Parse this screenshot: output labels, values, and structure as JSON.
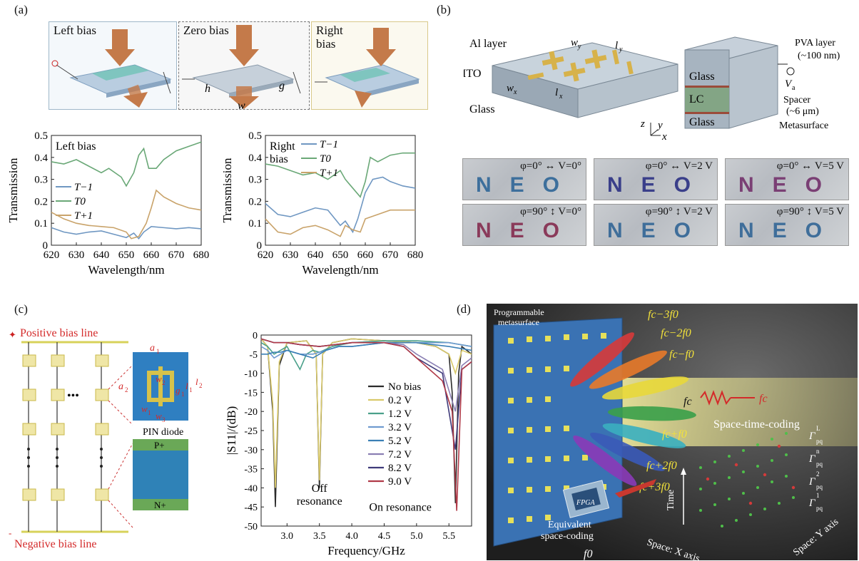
{
  "panel_labels": {
    "a": "(a)",
    "b": "(b)",
    "c": "(c)",
    "d": "(d)"
  },
  "panel_a": {
    "schematic_titles": [
      "Left bias",
      "Zero bias",
      "Right bias"
    ],
    "schematic_marks": {
      "h": "h",
      "w": "w",
      "g": "g"
    }
  },
  "panel_b": {
    "labels": {
      "al_layer": "Al layer",
      "ito": "ITO",
      "glass": "Glass",
      "wy": "w",
      "ly": "l",
      "wx": "w",
      "lx": "l",
      "pva": "PVA layer",
      "pva_thickness": "(~100 nm)",
      "glass_top": "Glass",
      "lc": "LC",
      "va": "V",
      "spacer": "Spacer",
      "spacer_thickness": "(~6 μm)",
      "glass_bottom": "Glass",
      "metasurface": "Metasurface",
      "axis_z": "z",
      "axis_y": "y",
      "axis_x": "x"
    },
    "photos": [
      {
        "caption": "φ=0° ↔ V=0°",
        "letters": "NEO",
        "color": "#3d6f9c"
      },
      {
        "caption": "φ=0° ↔ V=2 V",
        "letters": "NEO",
        "color": "#3a3f8a"
      },
      {
        "caption": "φ=0° ↔ V=5 V",
        "letters": "NEO",
        "color": "#7a3f74"
      },
      {
        "caption": "φ=90° ↕ V=0°",
        "letters": "NEO",
        "color": "#8a3a5a"
      },
      {
        "caption": "φ=90° ↕ V=2 V",
        "letters": "NEO",
        "color": "#3f6e9a"
      },
      {
        "caption": "φ=90° ↕ V=5 V",
        "letters": "NEO",
        "color": "#3f6e9a"
      }
    ]
  },
  "panel_c": {
    "labels": {
      "positive_bias": "Positive bias line",
      "negative_bias": "Negative bias line",
      "pin_diode": "PIN diode",
      "p_plus": "P+",
      "n_plus": "N+",
      "a1": "a",
      "a2": "a",
      "w1": "w",
      "w2": "w",
      "w3": "w",
      "g1": "g",
      "l1": "l",
      "l2": "l",
      "dots": "•••"
    }
  },
  "panel_d": {
    "labels": {
      "programmable": "Programmable",
      "metasurface": "metasurface",
      "fc_minus_3f0": "fc−3f0",
      "fc_minus_2f0": "fc−2f0",
      "fc_minus_f0": "fc−f0",
      "fc": "fc",
      "fc_plus_f0": "fc+f0",
      "fc_plus_2f0": "fc+2f0",
      "fc_plus_3f0": "fc+3f0",
      "fc_incident": "fc",
      "space_time_coding": "Space-time-coding",
      "gamma_L": "Γ",
      "gamma_n": "Γ",
      "gamma_2": "Γ",
      "gamma_1": "Γ",
      "time": "Time",
      "space_x": "Space: X axis",
      "space_y": "Space: Y axis",
      "equivalent": "Equivalent",
      "space_coding": "space-coding",
      "f0": "f0",
      "fpga": "FPGA"
    },
    "colors": {
      "background": "#2e2e2e",
      "text_yellow": "#f3e23a",
      "red": "#d42a2a"
    }
  },
  "chart_data": [
    {
      "type": "line",
      "title": "Left bias",
      "xlabel": "Wavelength/nm",
      "ylabel": "Transmission",
      "xlim": [
        620,
        680
      ],
      "ylim": [
        0,
        0.5
      ],
      "xticks": [
        620,
        630,
        640,
        650,
        660,
        670,
        680
      ],
      "yticks": [
        0,
        0.1,
        0.2,
        0.3,
        0.4,
        0.5
      ],
      "legend": [
        "T−1",
        "T0",
        "T+1"
      ],
      "series": [
        {
          "name": "T−1",
          "color": "#6f97c2",
          "x": [
            620,
            625,
            630,
            635,
            640,
            645,
            650,
            653,
            655,
            657,
            660,
            665,
            670,
            675,
            680
          ],
          "y": [
            0.08,
            0.06,
            0.05,
            0.06,
            0.065,
            0.05,
            0.035,
            0.055,
            0.03,
            0.06,
            0.085,
            0.08,
            0.075,
            0.08,
            0.075
          ]
        },
        {
          "name": "T0",
          "color": "#6aa877",
          "x": [
            620,
            625,
            630,
            635,
            640,
            643,
            648,
            650,
            653,
            655,
            657,
            659,
            662,
            665,
            670,
            675,
            680
          ],
          "y": [
            0.38,
            0.37,
            0.39,
            0.36,
            0.33,
            0.35,
            0.31,
            0.27,
            0.33,
            0.41,
            0.44,
            0.35,
            0.35,
            0.39,
            0.43,
            0.45,
            0.47
          ]
        },
        {
          "name": "T+1",
          "color": "#c9a36a",
          "x": [
            620,
            625,
            630,
            635,
            640,
            645,
            650,
            652,
            655,
            658,
            660,
            662,
            665,
            670,
            675,
            680
          ],
          "y": [
            0.15,
            0.12,
            0.1,
            0.09,
            0.085,
            0.08,
            0.06,
            0.03,
            0.04,
            0.1,
            0.17,
            0.25,
            0.22,
            0.19,
            0.17,
            0.16
          ]
        }
      ]
    },
    {
      "type": "line",
      "title": "Right bias",
      "xlabel": "Wavelength/nm",
      "ylabel": "Transmission",
      "xlim": [
        620,
        680
      ],
      "ylim": [
        0,
        0.5
      ],
      "xticks": [
        620,
        630,
        640,
        650,
        660,
        670,
        680
      ],
      "yticks": [
        0,
        0.1,
        0.2,
        0.3,
        0.4,
        0.5
      ],
      "legend": [
        "T−1",
        "T0",
        "T+1"
      ],
      "series": [
        {
          "name": "T−1",
          "color": "#6f97c2",
          "x": [
            620,
            625,
            630,
            635,
            640,
            645,
            650,
            652,
            655,
            657,
            660,
            663,
            667,
            670,
            675,
            680
          ],
          "y": [
            0.19,
            0.14,
            0.13,
            0.15,
            0.17,
            0.16,
            0.09,
            0.11,
            0.06,
            0.12,
            0.24,
            0.3,
            0.31,
            0.29,
            0.27,
            0.26
          ]
        },
        {
          "name": "T0",
          "color": "#6aa877",
          "x": [
            620,
            625,
            630,
            635,
            640,
            645,
            650,
            652,
            655,
            658,
            660,
            662,
            665,
            670,
            675,
            680
          ],
          "y": [
            0.37,
            0.36,
            0.34,
            0.32,
            0.33,
            0.3,
            0.34,
            0.3,
            0.26,
            0.22,
            0.29,
            0.4,
            0.38,
            0.41,
            0.42,
            0.42
          ]
        },
        {
          "name": "T+1",
          "color": "#c9a36a",
          "x": [
            620,
            625,
            630,
            635,
            640,
            645,
            650,
            652,
            655,
            658,
            660,
            665,
            670,
            675,
            680
          ],
          "y": [
            0.12,
            0.06,
            0.05,
            0.08,
            0.09,
            0.07,
            0.04,
            0.09,
            0.07,
            0.06,
            0.12,
            0.14,
            0.16,
            0.16,
            0.16
          ]
        }
      ]
    },
    {
      "type": "line",
      "title": "",
      "xlabel": "Frequency/GHz",
      "ylabel": "|S11|/(dB)",
      "xlim": [
        2.6,
        5.85
      ],
      "ylim": [
        -50,
        0
      ],
      "xticks": [
        3.0,
        3.5,
        4.0,
        4.5,
        5.0,
        5.5
      ],
      "yticks": [
        0,
        -5,
        -10,
        -15,
        -20,
        -25,
        -30,
        -35,
        -40,
        -45,
        -50
      ],
      "annotations": [
        "Off resonance",
        "On resonance"
      ],
      "legend": [
        "No bias",
        "0.2 V",
        "1.2 V",
        "3.2 V",
        "5.2 V",
        "7.2 V",
        "8.2 V",
        "9.0 V"
      ],
      "series": [
        {
          "name": "No bias",
          "color": "#2b2b2b",
          "x": [
            2.6,
            2.7,
            2.78,
            2.82,
            2.88,
            3.0,
            3.3,
            3.45,
            3.5,
            3.55,
            3.7,
            4.0,
            4.5,
            5.0,
            5.3,
            5.5,
            5.55,
            5.6,
            5.65,
            5.7,
            5.85
          ],
          "y": [
            -1,
            -3,
            -20,
            -45,
            -8,
            -2,
            -1.5,
            -5,
            -40,
            -5,
            -2,
            -1,
            -1.5,
            -2,
            -3,
            -5,
            -15,
            -44,
            -10,
            -3,
            -5
          ]
        },
        {
          "name": "0.2 V",
          "color": "#d9c96a",
          "x": [
            2.6,
            2.7,
            2.78,
            2.82,
            2.88,
            3.0,
            3.3,
            3.45,
            3.5,
            3.55,
            3.7,
            4.0,
            4.5,
            5.0,
            5.3,
            5.5,
            5.6,
            5.7,
            5.85
          ],
          "y": [
            -1,
            -3,
            -18,
            -40,
            -7,
            -2,
            -1.5,
            -5,
            -38,
            -5,
            -2,
            -1,
            -1.5,
            -2,
            -3,
            -5,
            -10,
            -4,
            -5
          ]
        },
        {
          "name": "1.2 V",
          "color": "#4aa08a",
          "x": [
            2.6,
            2.7,
            2.8,
            2.9,
            3.0,
            3.2,
            3.3,
            3.4,
            3.5,
            3.7,
            4.0,
            4.5,
            5.0,
            5.5,
            5.85
          ],
          "y": [
            -2,
            -3,
            -5,
            -4,
            -3,
            -9,
            -5,
            -4,
            -4.5,
            -3,
            -2,
            -1.5,
            -1.5,
            -2,
            -3
          ]
        },
        {
          "name": "3.2 V",
          "color": "#6f9bd0",
          "x": [
            2.6,
            2.7,
            2.8,
            2.9,
            3.0,
            3.2,
            3.4,
            3.6,
            3.8,
            4.0,
            4.5,
            5.0,
            5.5,
            5.85
          ],
          "y": [
            -3,
            -4,
            -6,
            -5,
            -4,
            -5,
            -5,
            -4,
            -3,
            -3,
            -2,
            -2,
            -2,
            -3
          ]
        },
        {
          "name": "5.2 V",
          "color": "#3a7fb5",
          "x": [
            2.6,
            2.7,
            2.8,
            2.9,
            3.0,
            3.2,
            3.4,
            3.6,
            3.8,
            4.0,
            4.5,
            5.0,
            5.5,
            5.85
          ],
          "y": [
            -5,
            -5,
            -4.5,
            -4.5,
            -4,
            -5,
            -6,
            -4,
            -3,
            -3,
            -2,
            -2,
            -3,
            -4
          ]
        },
        {
          "name": "7.2 V",
          "color": "#8a7fb3",
          "x": [
            2.6,
            2.8,
            3.0,
            3.2,
            3.5,
            4.0,
            4.5,
            4.8,
            5.0,
            5.2,
            5.4,
            5.6,
            5.7,
            5.85
          ],
          "y": [
            -1,
            -2,
            -2,
            -2.5,
            -3,
            -2,
            -2,
            -2.5,
            -5,
            -7,
            -9,
            -20,
            -8,
            -6
          ]
        },
        {
          "name": "8.2 V",
          "color": "#3f3a7a",
          "x": [
            2.6,
            2.8,
            3.0,
            3.2,
            3.5,
            4.0,
            4.5,
            4.8,
            5.0,
            5.2,
            5.4,
            5.6,
            5.7,
            5.85
          ],
          "y": [
            -1,
            -2,
            -2,
            -2.5,
            -3,
            -2,
            -2,
            -3,
            -6,
            -8,
            -10,
            -30,
            -9,
            -7
          ]
        },
        {
          "name": "9.0 V",
          "color": "#b03a48",
          "x": [
            2.6,
            2.8,
            3.0,
            3.2,
            3.5,
            4.0,
            4.5,
            4.8,
            5.0,
            5.2,
            5.4,
            5.55,
            5.62,
            5.7,
            5.85
          ],
          "y": [
            -1,
            -2,
            -2,
            -2.5,
            -3,
            -2,
            -2,
            -3,
            -6,
            -9,
            -12,
            -20,
            -46,
            -9,
            -7
          ]
        }
      ]
    }
  ]
}
